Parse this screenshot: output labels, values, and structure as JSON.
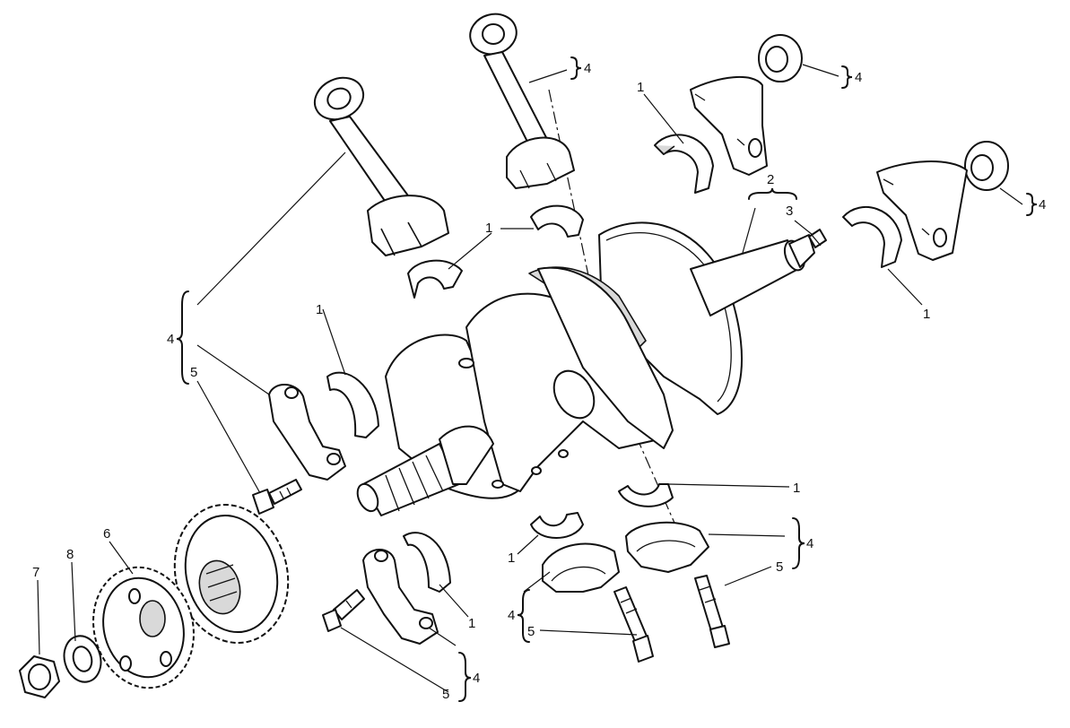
{
  "callouts": {
    "c1_top_right_shell": "1",
    "c1_upper_shell": "1",
    "c1_mid_left_shell": "1",
    "c1_right_shell": "1",
    "c1_lower_right_shell": "1",
    "c1_lower_mid_shell": "1",
    "c1_lower_left_shell": "1",
    "c2_crankshaft": "2",
    "c3_plug": "3",
    "c4_top_conrod": "4",
    "c4_top_right_conrod": "4",
    "c4_right_conrod": "4",
    "c4_left_group": "4",
    "c4_lower_right_group": "4",
    "c4_lower_mid_group": "4",
    "c4_bottom_group": "4",
    "c5_left_group": "5",
    "c5_lower_right_group": "5",
    "c5_lower_mid_group": "5",
    "c5_bottom_group": "5",
    "c6_sprocket": "6",
    "c7_nut": "7",
    "c8_washer": "8"
  },
  "icons": [
    "connecting-rod",
    "bearing-shell",
    "crankshaft",
    "bolt",
    "gear",
    "sprocket",
    "nut",
    "washer",
    "plug"
  ]
}
